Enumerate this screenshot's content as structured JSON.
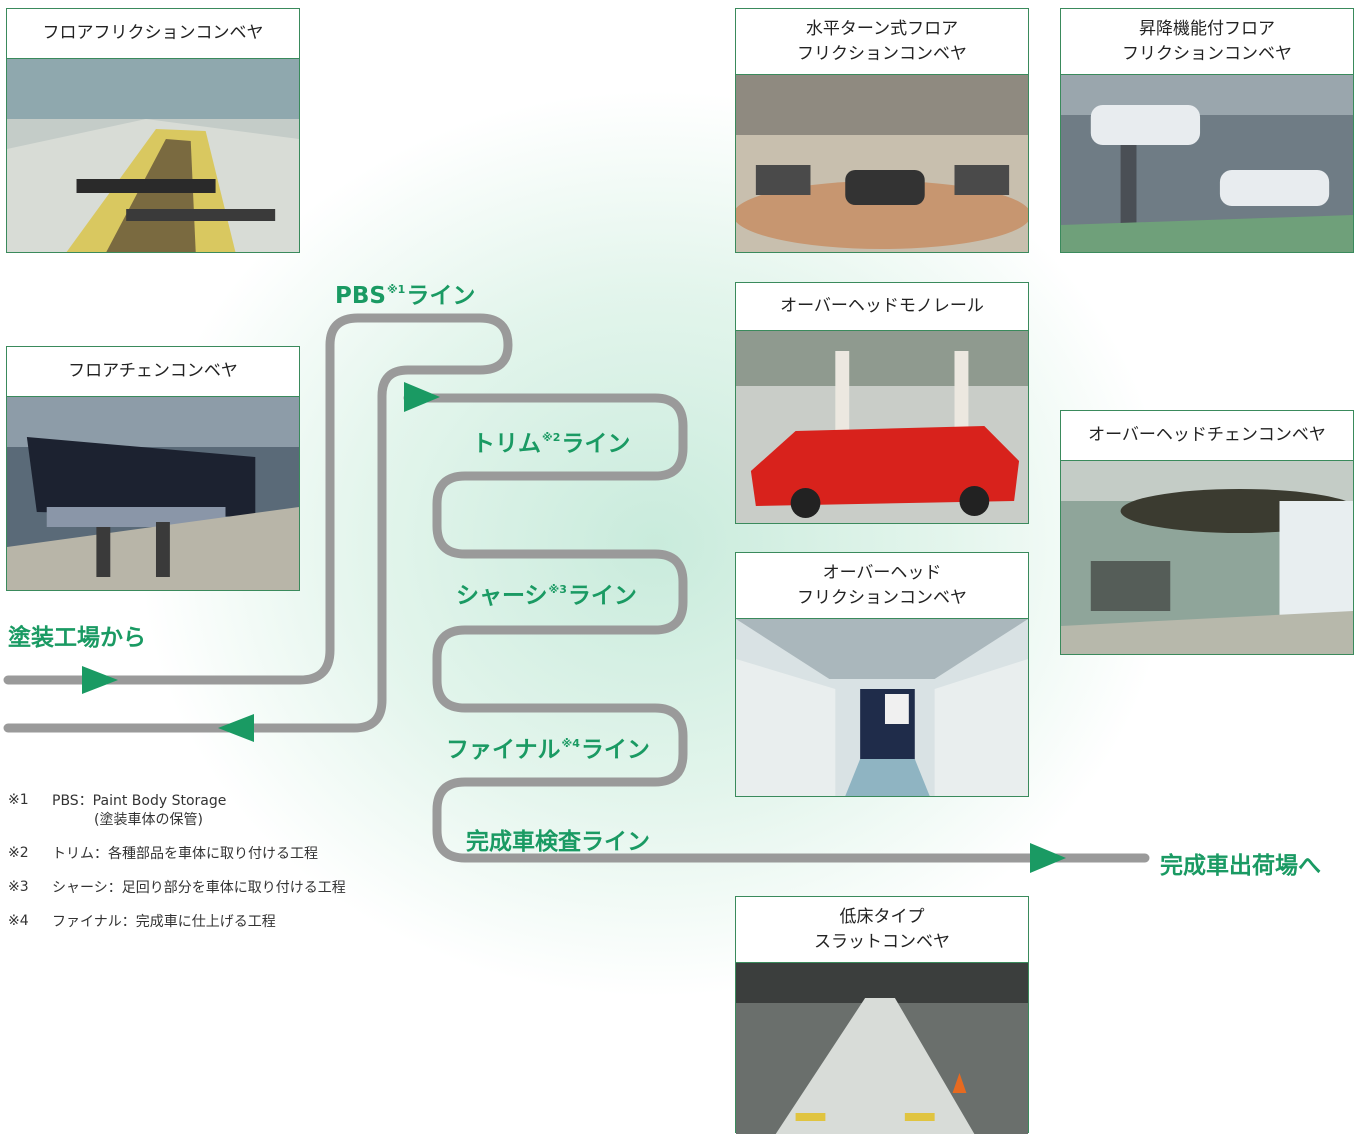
{
  "cards": [
    {
      "id": "floor-friction",
      "caption": "フロアフリクションコンベヤ",
      "photo": "floor-friction-conveyor-photo"
    },
    {
      "id": "floor-chain",
      "caption": "フロアチェンコンベヤ",
      "photo": "floor-chain-conveyor-photo"
    },
    {
      "id": "turn-friction",
      "caption": "水平ターン式フロア\nフリクションコンベヤ",
      "photo": "horizontal-turn-floor-friction-conveyor-photo"
    },
    {
      "id": "lift-friction",
      "caption": "昇降機能付フロア\nフリクションコンベヤ",
      "photo": "lifting-floor-friction-conveyor-photo"
    },
    {
      "id": "monorail",
      "caption": "オーバーヘッドモノレール",
      "photo": "overhead-monorail-photo"
    },
    {
      "id": "oh-chain",
      "caption": "オーバーヘッドチェンコンベヤ",
      "photo": "overhead-chain-conveyor-photo"
    },
    {
      "id": "oh-friction",
      "caption": "オーバーヘッド\nフリクションコンベヤ",
      "photo": "overhead-friction-conveyor-photo"
    },
    {
      "id": "slat",
      "caption": "低床タイプ\nスラットコンベヤ",
      "photo": "low-floor-slat-conveyor-photo"
    }
  ],
  "flow": {
    "from_paint": "塗装工場から",
    "pbs": {
      "name": "PBS",
      "mark": "※1",
      "suffix": "ライン"
    },
    "trim": {
      "name": "トリム",
      "mark": "※2",
      "suffix": "ライン"
    },
    "chassis": {
      "name": "シャーシ",
      "mark": "※3",
      "suffix": "ライン"
    },
    "final": {
      "name": "ファイナル",
      "mark": "※4",
      "suffix": "ライン"
    },
    "inspection": "完成車検査ライン",
    "to_shipping": "完成車出荷場へ"
  },
  "notes": [
    {
      "mark": "※1",
      "text": "PBS：Paint Body Storage\n　　　(塗装車体の保管)"
    },
    {
      "mark": "※2",
      "text": "トリム：各種部品を車体に取り付ける工程"
    },
    {
      "mark": "※3",
      "text": "シャーシ：足回り部分を車体に取り付ける工程"
    },
    {
      "mark": "※4",
      "text": "ファイナル：完成車に仕上げる工程"
    }
  ],
  "colors": {
    "accent": "#1a9a63",
    "track": "#9a9a9a",
    "arrow": "#1a9a63",
    "border": "#3a8a5c"
  }
}
